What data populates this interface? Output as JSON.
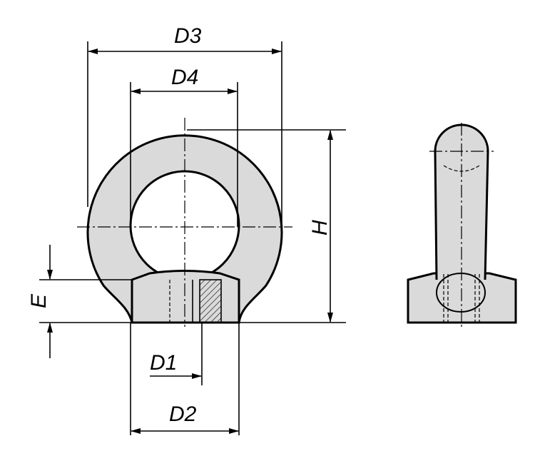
{
  "labels": {
    "d3": "D3",
    "d4": "D4",
    "h": "H",
    "e": "E",
    "d1": "D1",
    "d2": "D2"
  },
  "colors": {
    "fill": "#dadada",
    "line": "#000000"
  }
}
